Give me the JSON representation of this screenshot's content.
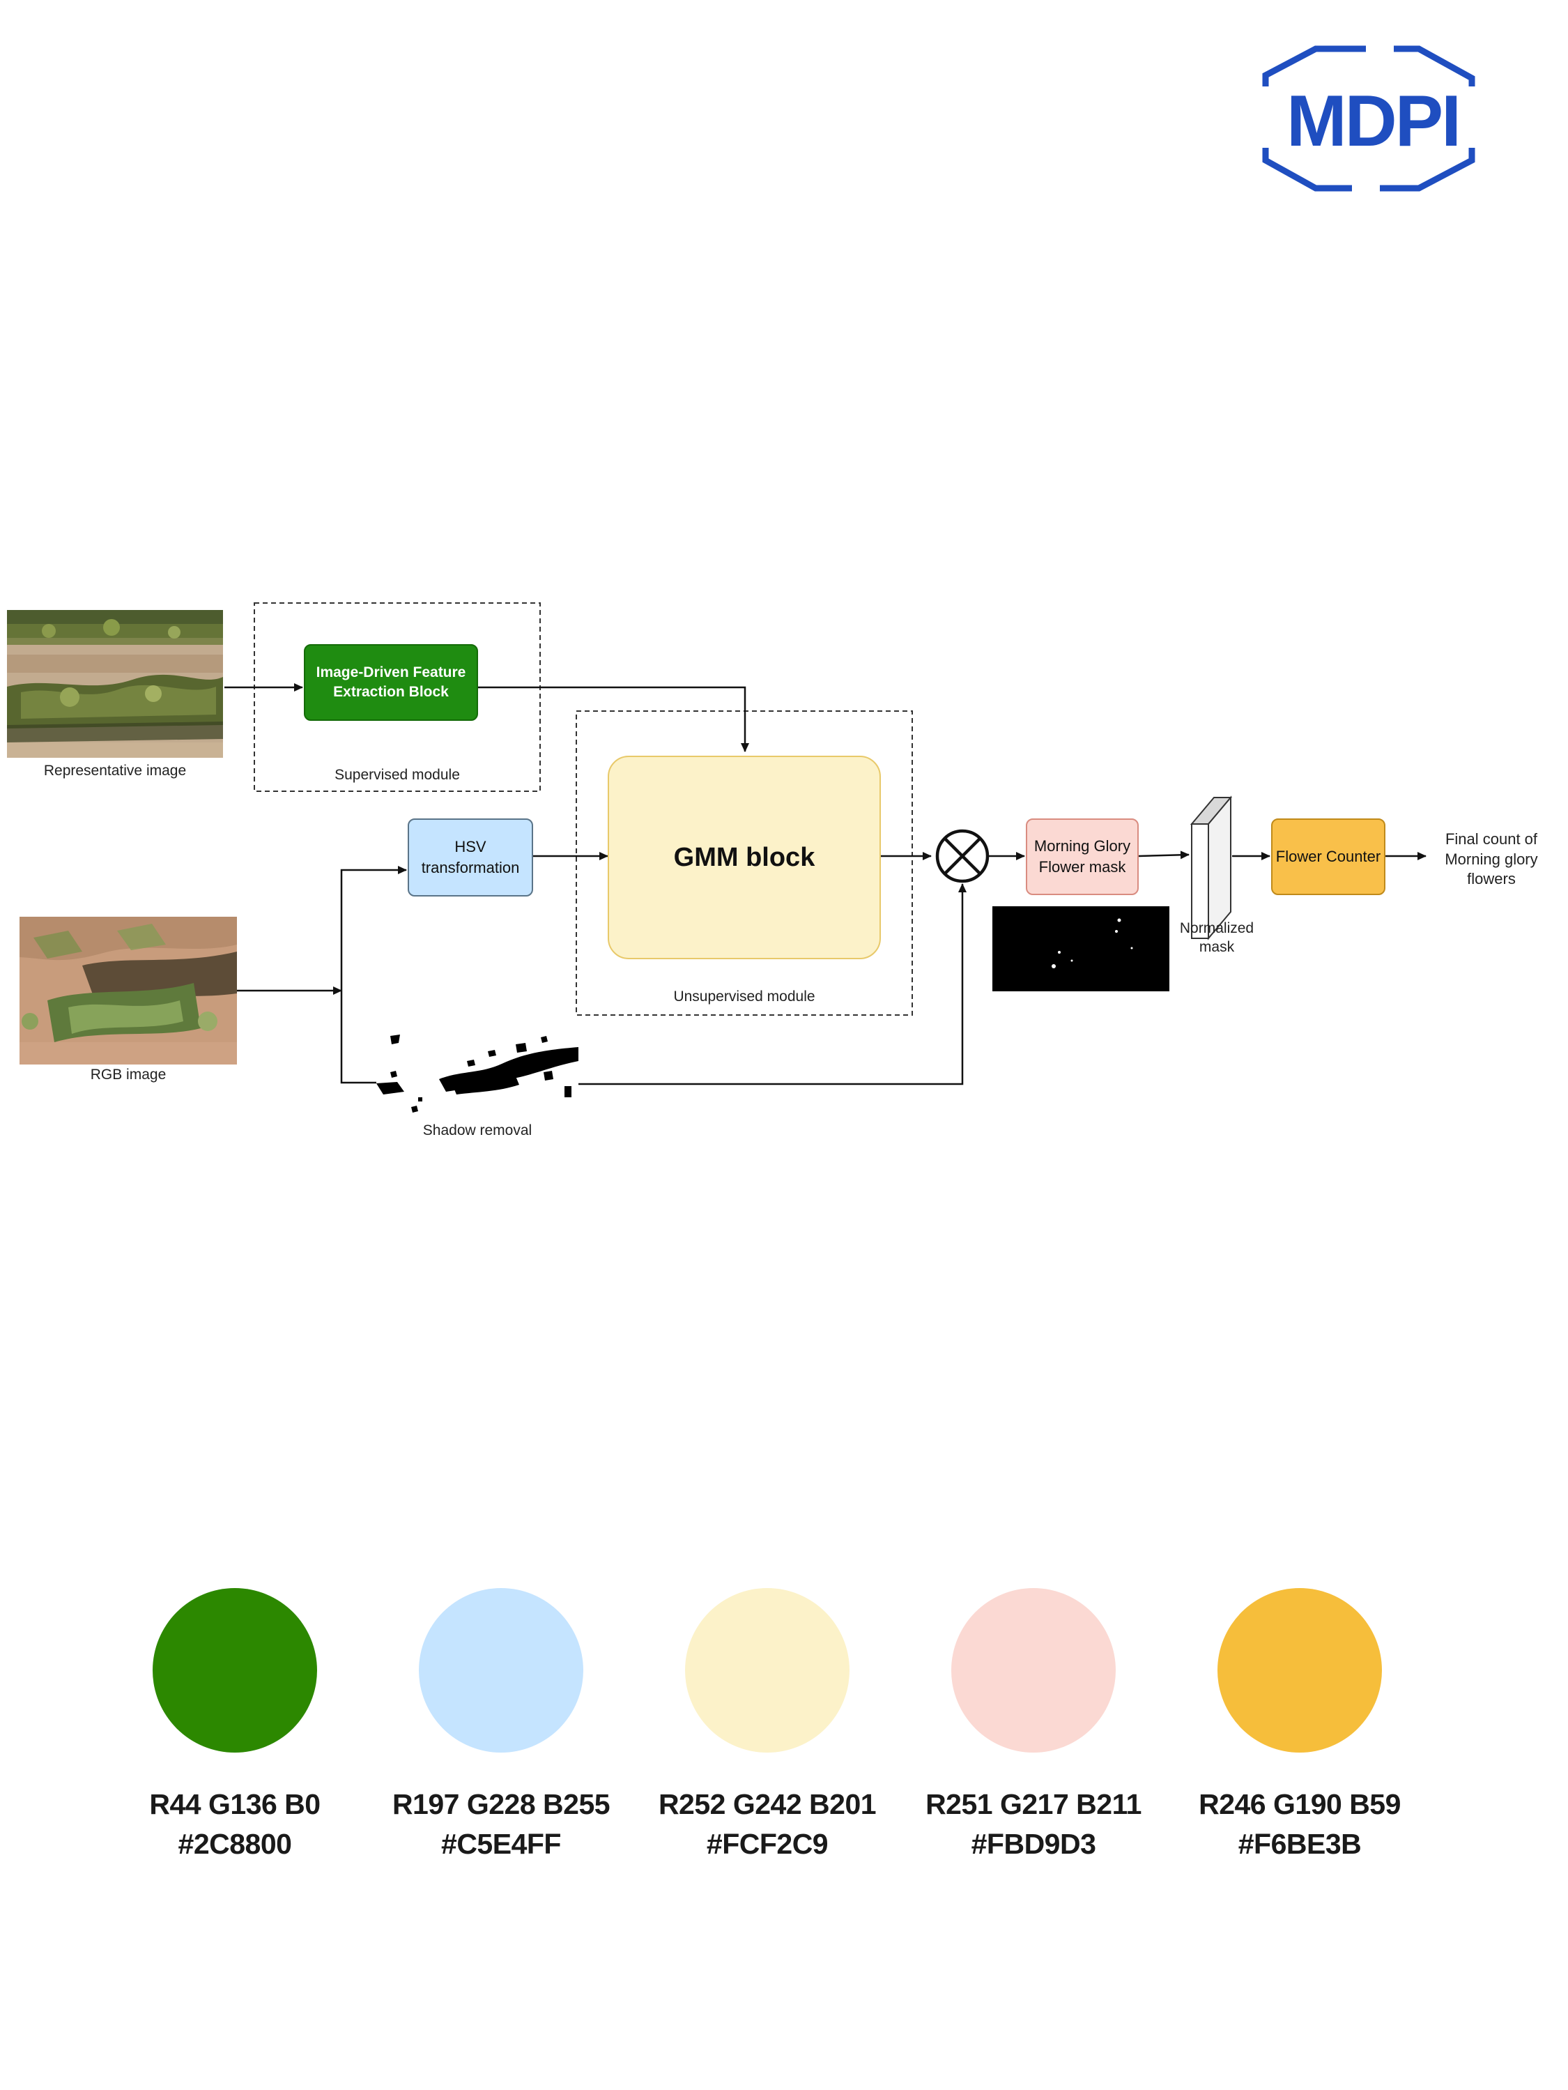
{
  "logo": {
    "text": "MDPI",
    "color": "#1F4EC0"
  },
  "diagram": {
    "representative_image_label": "Representative image",
    "rgb_image_label": "RGB image",
    "supervised_module_label": "Supervised module",
    "unsupervised_module_label": "Unsupervised module",
    "feature_block": "Image-Driven Feature Extraction Block",
    "hsv_block": "HSV transformation",
    "gmm_block": "GMM block",
    "shadow_removal_label": "Shadow removal",
    "multiply_icon": "circled-times-icon",
    "flower_mask_block": "Morning Glory Flower mask",
    "normalized_mask_label": "Normalized mask",
    "flower_counter_block": "Flower Counter",
    "final_output": "Final count of Morning glory flowers"
  },
  "swatches": [
    {
      "rgb": "R44 G136 B0",
      "hex": "#2C8800",
      "color": "#2C8800"
    },
    {
      "rgb": "R197 G228 B255",
      "hex": "#C5E4FF",
      "color": "#C5E4FF"
    },
    {
      "rgb": "R252 G242 B201",
      "hex": "#FCF2C9",
      "color": "#FCF2C9"
    },
    {
      "rgb": "R251 G217 B211",
      "hex": "#FBD9D3",
      "color": "#FBD9D3"
    },
    {
      "rgb": "R246 G190 B59",
      "hex": "#F6BE3B",
      "color": "#F6BE3B"
    }
  ]
}
